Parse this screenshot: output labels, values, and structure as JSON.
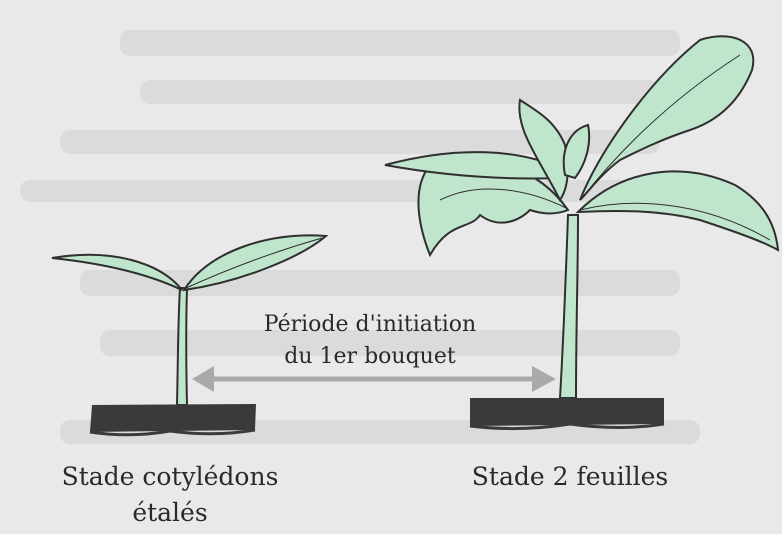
{
  "arrow_label": {
    "line1": "Période d'initiation",
    "line2": "du 1er bouquet"
  },
  "stages": {
    "left": {
      "line1": "Stade cotylédons",
      "line2": "étalés"
    },
    "right": {
      "line1": "Stade 2 feuilles"
    }
  },
  "colors": {
    "leaf_fill": "#bfe6cc",
    "stem_fill": "#bfe6cc",
    "outline": "#2f2f2f",
    "soil": "#3a3a3a",
    "arrow": "#a9a9a9",
    "background": "#e9e9e9"
  }
}
